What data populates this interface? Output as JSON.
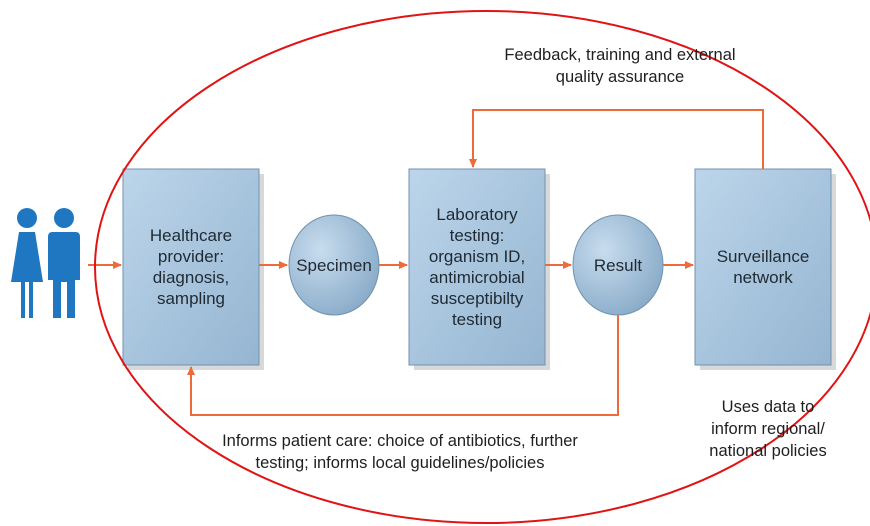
{
  "colors": {
    "box_fill": "#a9c6de",
    "box_edge": "#6f93b0",
    "arrow": "#ee6a3a",
    "ellipse": "#e01414",
    "people": "#1f77c2"
  },
  "people_icon": "patient-pair-icon",
  "nodes": {
    "healthcare_provider": "Healthcare\nprovider:\ndiagnosis,\nsampling",
    "specimen": "Specimen",
    "laboratory_testing": "Laboratory\ntesting:\norganism ID,\nantimicrobial\nsusceptibilty\ntesting",
    "result": "Result",
    "surveillance_network": "Surveillance\nnetwork"
  },
  "captions": {
    "feedback": "Feedback, training and external\nquality assurance",
    "patient_care": "Informs patient care: choice of antibiotics, further\ntesting; informs local guidelines/policies",
    "policies": "Uses data to\ninform regional/\nnational policies"
  }
}
